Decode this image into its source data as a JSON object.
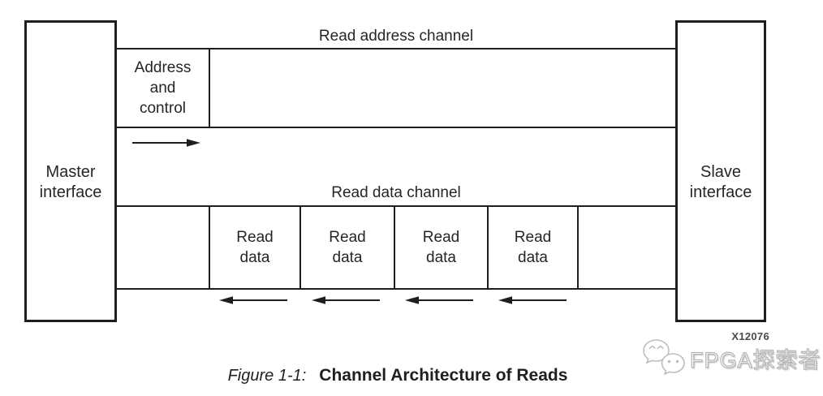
{
  "blocks": {
    "master": {
      "line1": "Master",
      "line2": "interface"
    },
    "slave": {
      "line1": "Slave",
      "line2": "interface"
    },
    "address_control": {
      "line1": "Address",
      "line2": "and",
      "line3": "control"
    },
    "read_data": {
      "line1": "Read",
      "line2": "data"
    }
  },
  "channels": {
    "address": {
      "label": "Read address channel",
      "direction": "master-to-slave",
      "arrow_icon": "right-arrow-icon"
    },
    "data": {
      "label": "Read data channel",
      "direction": "slave-to-master",
      "arrow_icon": "left-arrow-icon",
      "read_data_cell_count": 4
    }
  },
  "figure": {
    "ref_code": "X12076",
    "caption_prefix": "Figure 1-1:",
    "caption_title": "Channel Architecture of Reads"
  },
  "watermark": {
    "text": "FPGA探索者",
    "logo_icon": "wechat-icon"
  },
  "colors": {
    "line": "#1e1e1e",
    "text": "#262626",
    "ref_gray": "#4a4a4a",
    "watermark_gray": "#b5b5b5",
    "background": "#ffffff"
  }
}
